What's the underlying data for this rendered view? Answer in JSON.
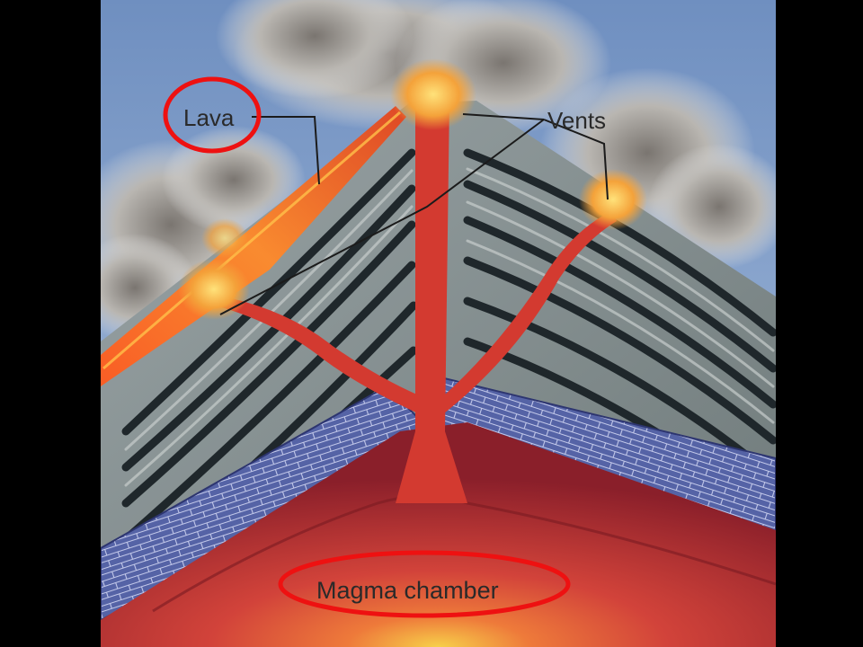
{
  "labels": {
    "lava": "Lava",
    "vents": "Vents",
    "magma_chamber": "Magma chamber"
  },
  "colors": {
    "background": "#000000",
    "sky": "#7f9ec9",
    "smoke": "#cfcfcf",
    "cone_gray": "#808a8a",
    "cone_dark_band": "#222a2e",
    "bedrock_blue": "#4f5ea3",
    "magma_red": "#c8312f",
    "magma_glow": "#f7c33a",
    "lava_orange": "#f06a24",
    "highlight_ring": "#ee1111"
  }
}
